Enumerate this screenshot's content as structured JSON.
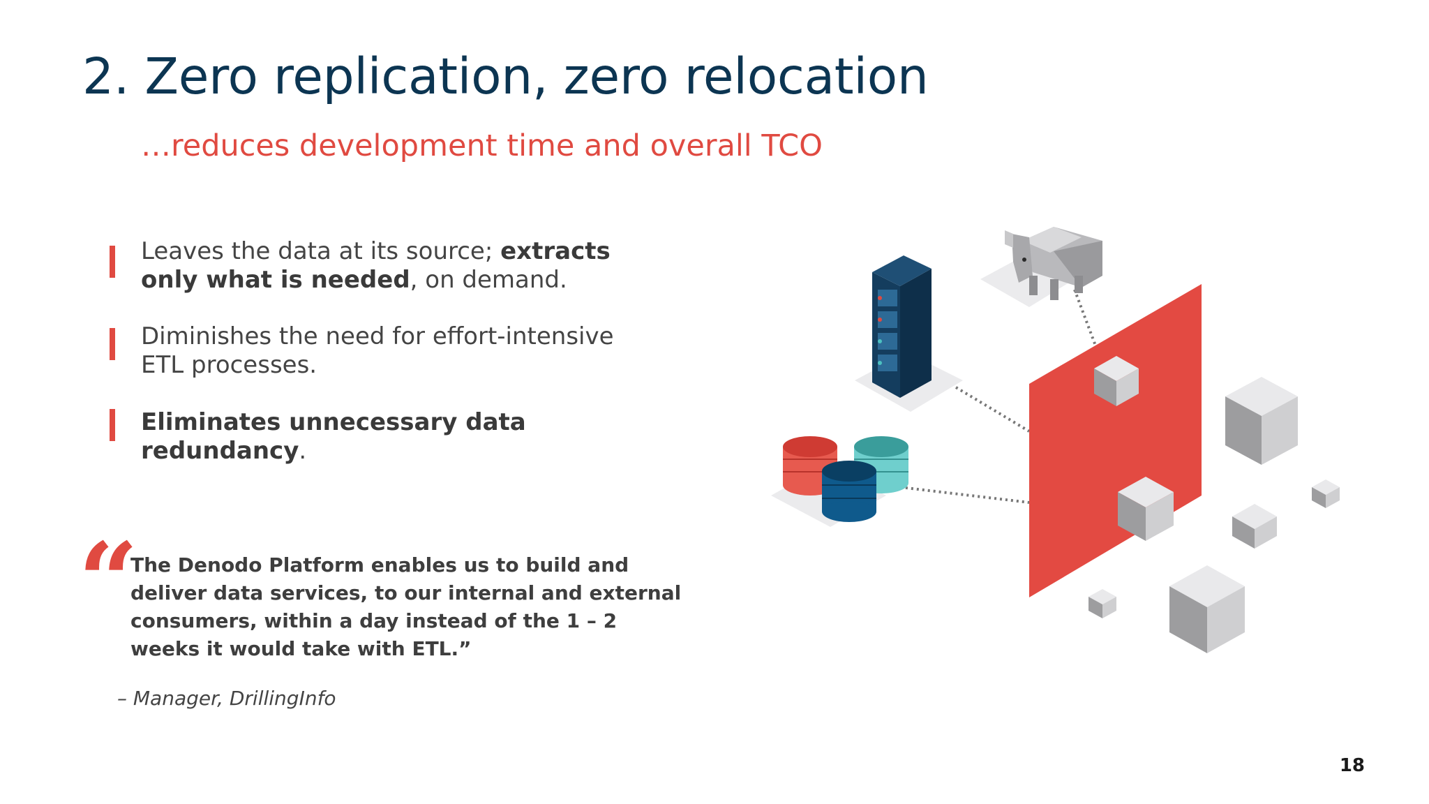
{
  "slide": {
    "title": "2. Zero replication, zero relocation",
    "subtitle": "…reduces development time and overall TCO",
    "bullets": [
      {
        "parts": [
          "Leaves the data at its source; ",
          "extracts",
          "only what is needed",
          ", on demand."
        ]
      },
      {
        "parts": [
          "Diminishes the need for effort-intensive",
          "ETL processes."
        ]
      },
      {
        "parts": [
          "Eliminates unnecessary data",
          "redundancy",
          "."
        ]
      }
    ],
    "quote_mark": "“",
    "quote": "The Denodo Platform enables us to build and deliver data services, to our internal and external consumers, within a day instead of the 1 – 2 weeks it would take with ETL.”",
    "attribution": "– Manager, DrillingInfo",
    "page_number": "18"
  },
  "colors": {
    "title": "#0c3552",
    "accent": "#e04a41",
    "body_text": "#444444"
  },
  "illustration": {
    "icons": [
      "server-rack-icon",
      "elephant-icon",
      "database-stack-icon",
      "data-virtualization-panel-icon",
      "cube-icon"
    ]
  }
}
